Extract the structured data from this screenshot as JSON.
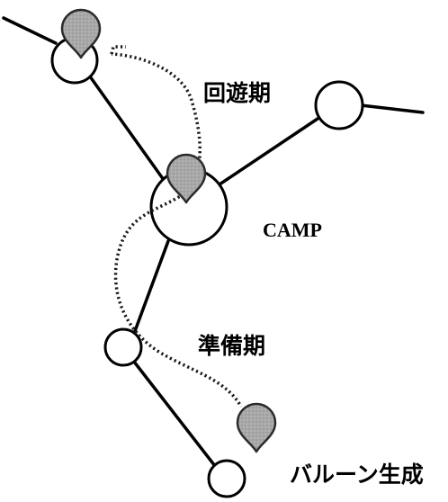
{
  "labels": {
    "migration_period": "回遊期",
    "camp": "CAMP",
    "preparation_period": "準備期",
    "balloon_generation": "バルーン生成"
  },
  "colors": {
    "line": "#000000",
    "node_fill": "#ffffff",
    "pin_fill": "#a9a9a9",
    "pin_stroke": "#2b2b2b",
    "path_dots": "#1a1a1a"
  },
  "icons": {
    "pin": "map-pin-icon"
  }
}
